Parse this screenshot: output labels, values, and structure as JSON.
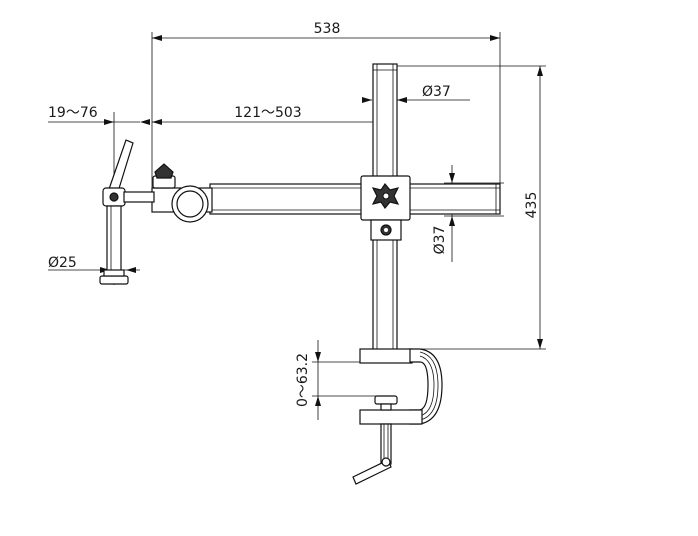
{
  "dimensions": {
    "overall_width": "538",
    "post_diameter": "Ø37",
    "arm_reach": "121～503",
    "holder_offset": "19～76",
    "overall_height": "435",
    "arm_diameter": "Ø37",
    "holder_diameter": "Ø25",
    "clamp_opening": "0～63.2"
  }
}
